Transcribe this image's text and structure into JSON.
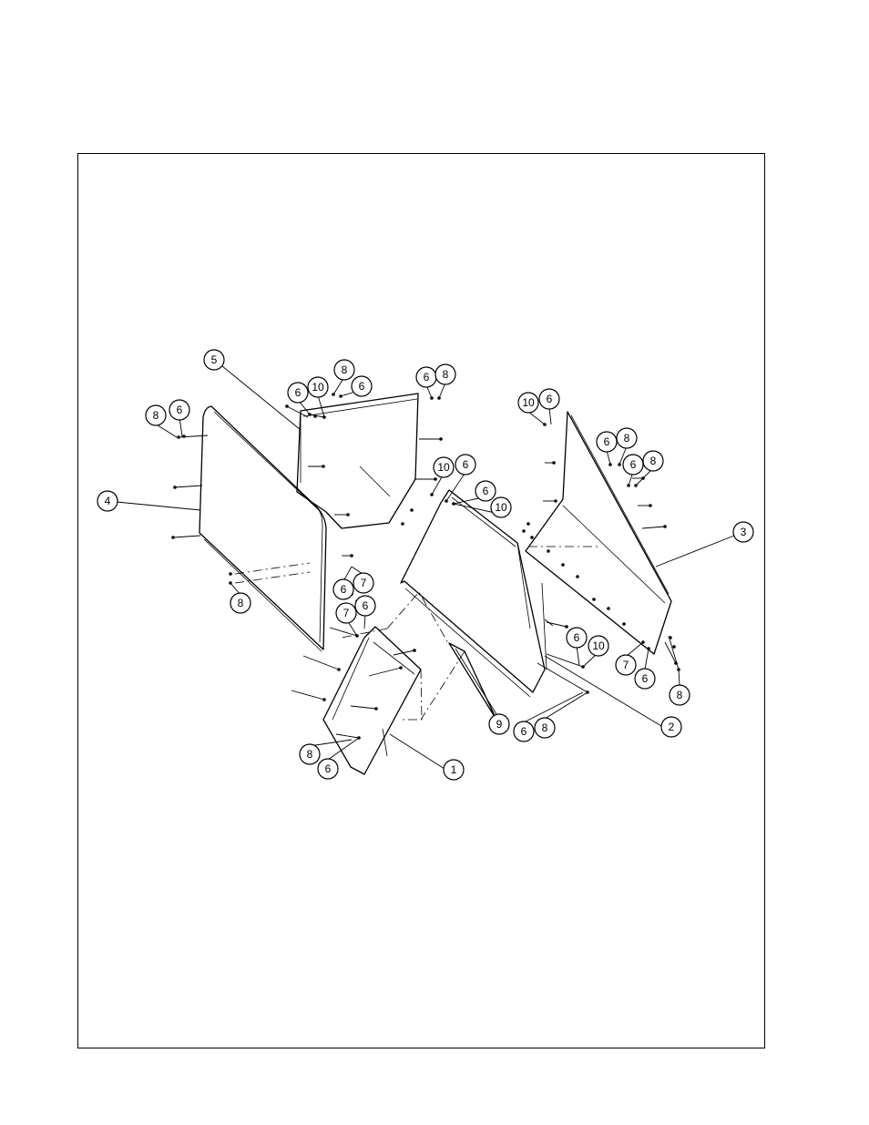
{
  "callouts": [
    {
      "id": "5",
      "label": "5"
    },
    {
      "id": "8a",
      "label": "8"
    },
    {
      "id": "6a",
      "label": "6"
    },
    {
      "id": "6b",
      "label": "6"
    },
    {
      "id": "10a",
      "label": "10"
    },
    {
      "id": "8b",
      "label": "8"
    },
    {
      "id": "6c",
      "label": "6"
    },
    {
      "id": "6d",
      "label": "6"
    },
    {
      "id": "8c",
      "label": "8"
    },
    {
      "id": "10b",
      "label": "10"
    },
    {
      "id": "6e",
      "label": "6"
    },
    {
      "id": "6f",
      "label": "6"
    },
    {
      "id": "8d",
      "label": "8"
    },
    {
      "id": "6g",
      "label": "6"
    },
    {
      "id": "8e",
      "label": "8"
    },
    {
      "id": "4",
      "label": "4"
    },
    {
      "id": "10c",
      "label": "10"
    },
    {
      "id": "6h",
      "label": "6"
    },
    {
      "id": "6i",
      "label": "6"
    },
    {
      "id": "10d",
      "label": "10"
    },
    {
      "id": "3",
      "label": "3"
    },
    {
      "id": "6j",
      "label": "6"
    },
    {
      "id": "7a",
      "label": "7"
    },
    {
      "id": "8f",
      "label": "8"
    },
    {
      "id": "7b",
      "label": "7"
    },
    {
      "id": "6k",
      "label": "6"
    },
    {
      "id": "6l",
      "label": "6"
    },
    {
      "id": "10e",
      "label": "10"
    },
    {
      "id": "7c",
      "label": "7"
    },
    {
      "id": "6m",
      "label": "6"
    },
    {
      "id": "8g",
      "label": "8"
    },
    {
      "id": "9",
      "label": "9"
    },
    {
      "id": "6n",
      "label": "6"
    },
    {
      "id": "8h",
      "label": "8"
    },
    {
      "id": "2",
      "label": "2"
    },
    {
      "id": "8i",
      "label": "8"
    },
    {
      "id": "6o",
      "label": "6"
    },
    {
      "id": "1",
      "label": "1"
    }
  ]
}
